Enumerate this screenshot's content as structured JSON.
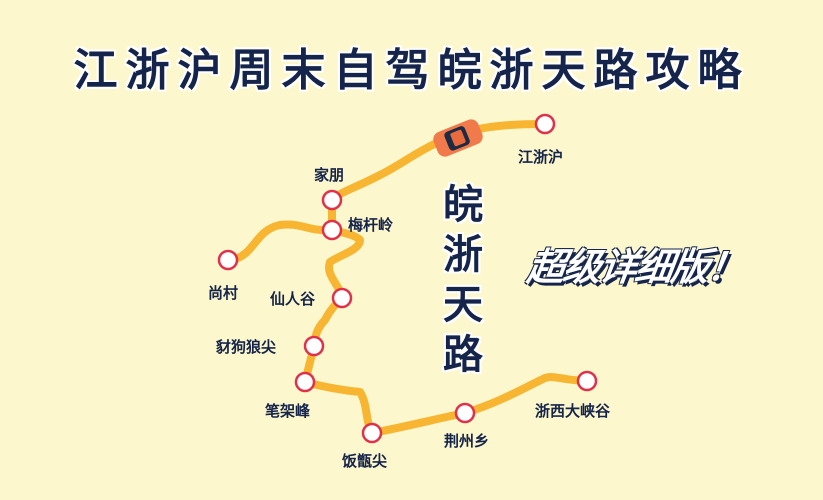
{
  "title": "江浙沪周末自驾皖浙天路攻略",
  "vertical_title": [
    "皖",
    "浙",
    "天",
    "路"
  ],
  "promo": "超级详细版！",
  "colors": {
    "background": "#fcf7cc",
    "route": "#f7b532",
    "stop_ring": "#e0304a",
    "text": "#15244a",
    "car": "#f07a4a"
  },
  "stops": {
    "jiangzhehu": "江浙沪",
    "jiapeng": "家朋",
    "meiganling": "梅杆岭",
    "shangcun": "尚村",
    "xianrengu": "仙人谷",
    "chaigoulangjian": "豺狗狼尖",
    "bijiafeng": "笔架峰",
    "fanzengjian": "饭甑尖",
    "jingzhouxiang": "荆州乡",
    "zhexidaxiagu": "浙西大峡谷"
  }
}
